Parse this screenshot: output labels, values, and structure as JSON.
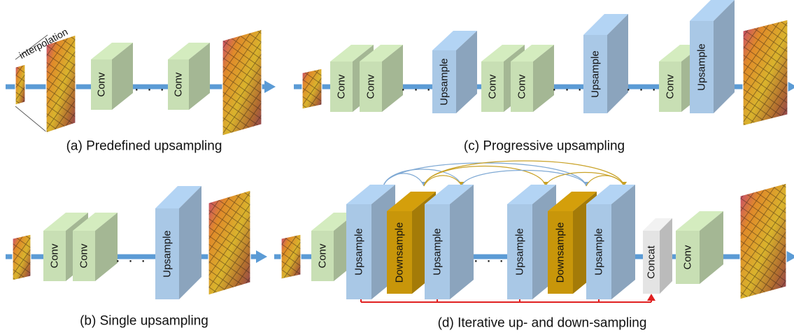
{
  "labels": {
    "conv": "Conv",
    "upsample": "Upsample",
    "downsample": "Downsample",
    "concat": "Concat",
    "interpolation": "interpolation",
    "ellipsis": ". . ."
  },
  "captions": {
    "a": "(a) Predefined upsampling",
    "b": "(b) Single upsampling",
    "c": "(c) Progressive upsampling",
    "d": "(d) Iterative up- and down-sampling"
  },
  "colors": {
    "conv": "#c8dfb4",
    "upsample": "#a9c8e6",
    "downsample": "#c8960a",
    "concat": "#e4e4e4",
    "pipeline": "#5b9bd5",
    "skip": "#e02020",
    "dense_blue": "#7fa9d4",
    "dense_gold": "#c9a227"
  },
  "icons": {
    "butterfly": "butterfly-image-icon"
  }
}
